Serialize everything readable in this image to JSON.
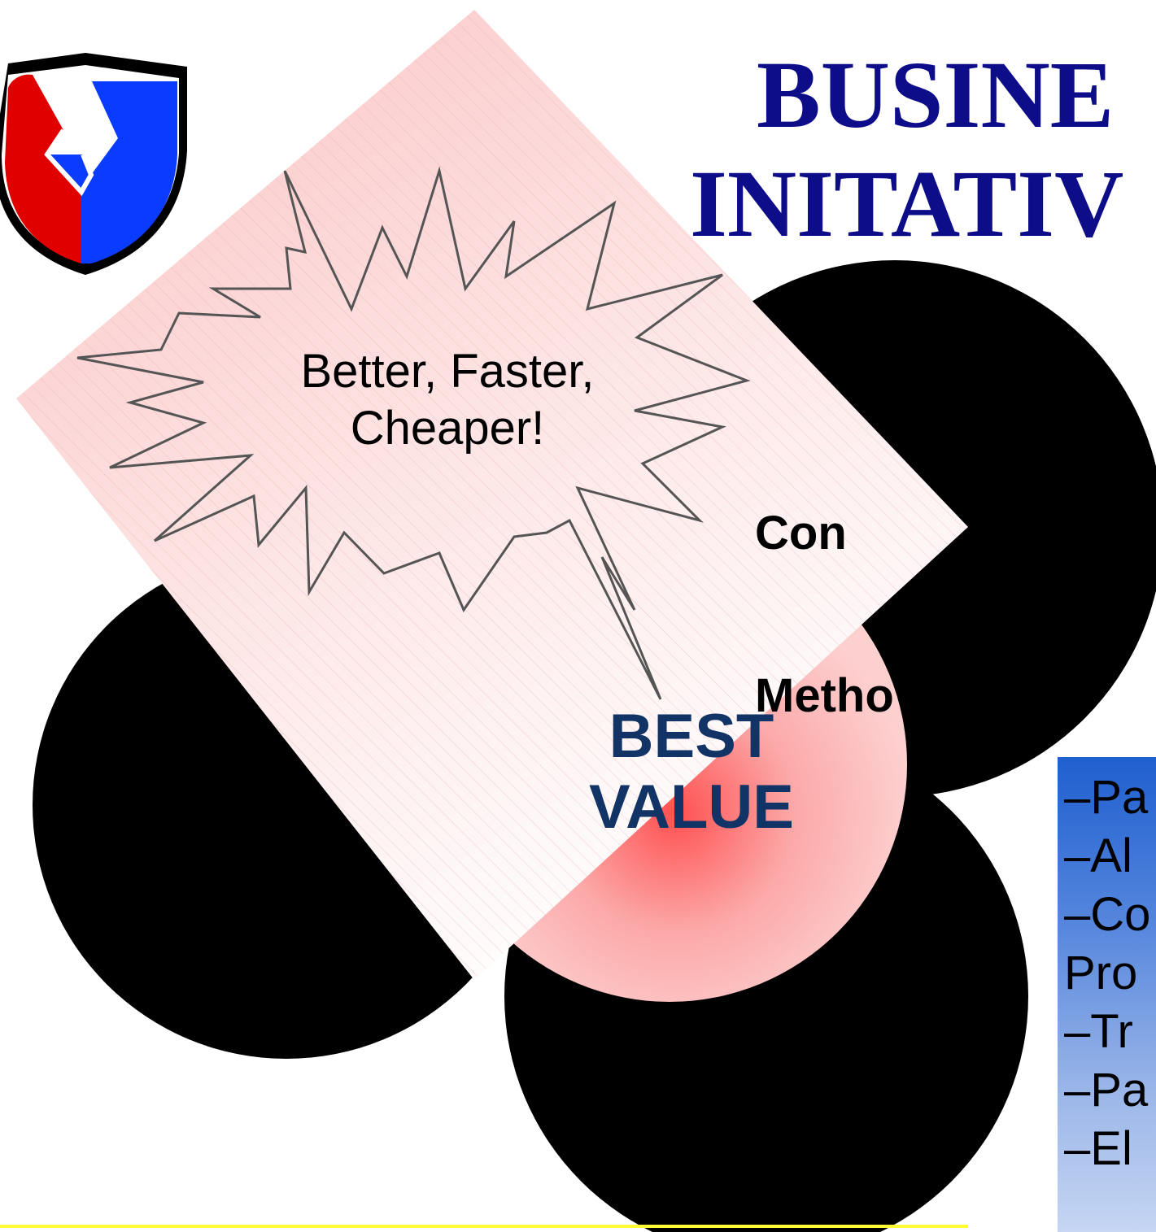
{
  "title": {
    "line1": "BUSINE",
    "line2": "INITATIV"
  },
  "burst": {
    "line1": "Better, Faster,",
    "line2": "Cheaper!"
  },
  "circle_label": {
    "line1": "Con",
    "line2": "Metho"
  },
  "center": {
    "line1": "BEST",
    "line2": "VALUE"
  },
  "bullets": [
    "–Pa",
    "–Al",
    "–Co",
    "Pro",
    "–Tr",
    "–Pa",
    "–El"
  ],
  "colors": {
    "title": "#0d0d8a",
    "best_value": "#113366",
    "footer_line": "#ffff33",
    "logo_red": "#e00000",
    "logo_blue": "#0a3cff"
  },
  "icons": {
    "logo": "shield-chevron-logo-icon"
  }
}
